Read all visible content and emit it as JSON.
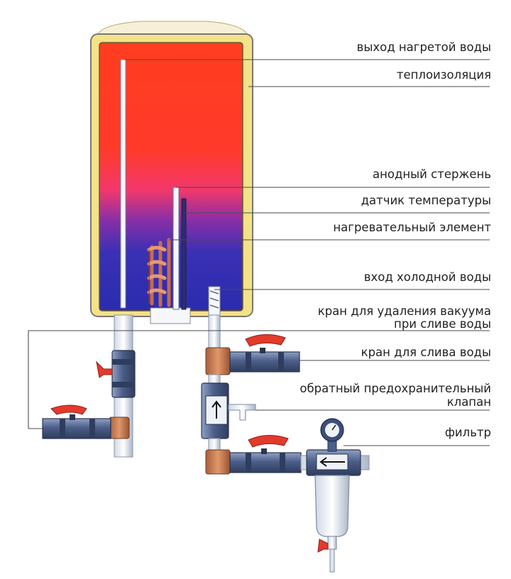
{
  "colors": {
    "tank_hot": "#ff3a1f",
    "tank_cold": "#2d2fb6",
    "insulation": "#f4e38a",
    "pipe_white": "#f4f7fb",
    "valve_blue": "#566a93",
    "handle_red": "#e23b2b",
    "copper": "#c87a52",
    "leader_line": "#4a4a4a"
  },
  "labels": {
    "hot_outlet": "выход нагретой воды",
    "insulation": "теплоизоляция",
    "anode_rod": "анодный стержень",
    "temp_sensor": "датчик температуры",
    "heating_element": "нагревательный элемент",
    "cold_inlet": "вход холодной воды",
    "vacuum_valve_line1": "кран для удаления вакуума",
    "vacuum_valve_line2": "при сливе воды",
    "drain_valve": "кран для слива воды",
    "check_valve_line1": "обратный предохранительный",
    "check_valve_line2": "клапан",
    "filter": "фильтр"
  }
}
